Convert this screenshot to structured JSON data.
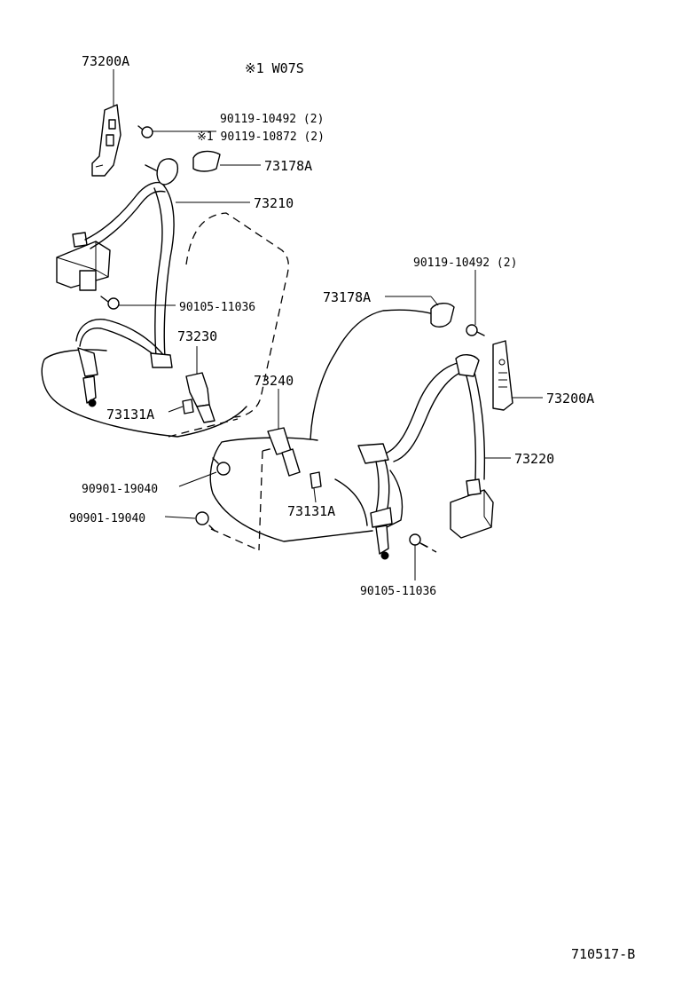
{
  "diagram": {
    "note": "※1  W07S",
    "drawing_id": "710517-B",
    "labels": {
      "left_anchor_bracket": "73200A",
      "left_bolt_a": "90119-10492 (2)",
      "left_bolt_b": "※1 90119-10872 (2)",
      "left_cover": "73178A",
      "left_belt": "73210",
      "left_retractor_bolt": "90105-11036",
      "left_buckle": "73230",
      "center_buckle": "73240",
      "left_plate": "73131A",
      "center_plate": "73131A",
      "seat_bolt_a": "90901-19040",
      "seat_bolt_b": "90901-19040",
      "right_bolt": "90119-10492 (2)",
      "right_cover": "73178A",
      "right_anchor_bracket": "73200A",
      "right_belt": "73220",
      "right_retractor_bolt": "90105-11036"
    }
  }
}
